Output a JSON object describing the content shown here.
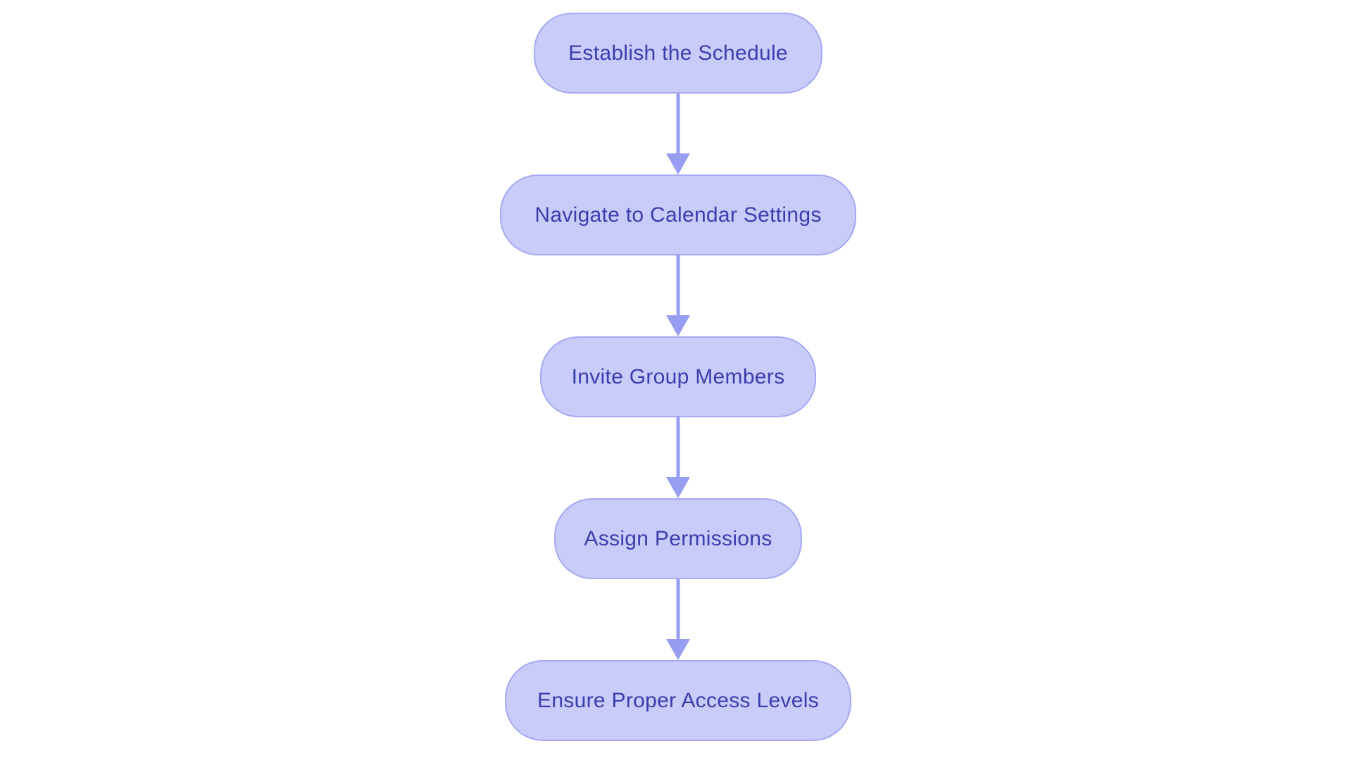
{
  "app": {
    "type": "flowchart-diagram",
    "orientation": "top-to-bottom"
  },
  "colors": {
    "background": "#ffffff",
    "node_fill": "#c9cbf8",
    "node_border": "#a6a9f1",
    "node_text": "#3b3eae",
    "arrow": "#979df0"
  },
  "flowchart": {
    "nodes": [
      {
        "label": "Establish the Schedule"
      },
      {
        "label": "Navigate to Calendar Settings"
      },
      {
        "label": "Invite Group Members"
      },
      {
        "label": "Assign Permissions"
      },
      {
        "label": "Ensure Proper Access Levels"
      }
    ],
    "connectors": [
      {
        "from": "Establish the Schedule",
        "to": "Navigate to Calendar Settings"
      },
      {
        "from": "Navigate to Calendar Settings",
        "to": "Invite Group Members"
      },
      {
        "from": "Invite Group Members",
        "to": "Assign Permissions"
      },
      {
        "from": "Assign Permissions",
        "to": "Ensure Proper Access Levels"
      }
    ]
  }
}
